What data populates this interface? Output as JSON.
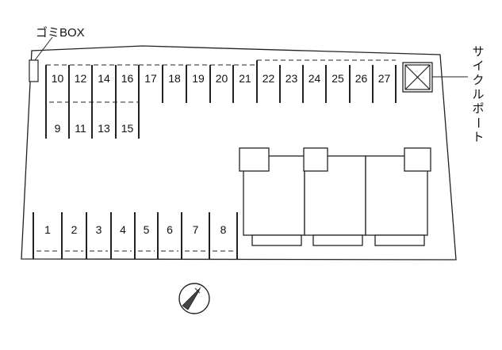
{
  "labels": {
    "garbage_box": "ゴミBOX",
    "cycle_port_chars": [
      "サ",
      "イ",
      "ク",
      "ル",
      "ポ",
      "ー",
      "ト"
    ]
  },
  "icons": {
    "compass": "north-arrow-icon",
    "cycle_port": "x-box-icon"
  },
  "parking": {
    "bottom_row": [
      "1",
      "2",
      "3",
      "4",
      "5",
      "6",
      "7",
      "8"
    ],
    "top_row": [
      "10",
      "12",
      "14",
      "16",
      "17",
      "18",
      "19",
      "20",
      "21",
      "22",
      "23",
      "24",
      "25",
      "26",
      "27"
    ],
    "second_row": [
      "9",
      "11",
      "13",
      "15"
    ]
  },
  "colors": {
    "line": "#222222",
    "background": "#ffffff"
  }
}
